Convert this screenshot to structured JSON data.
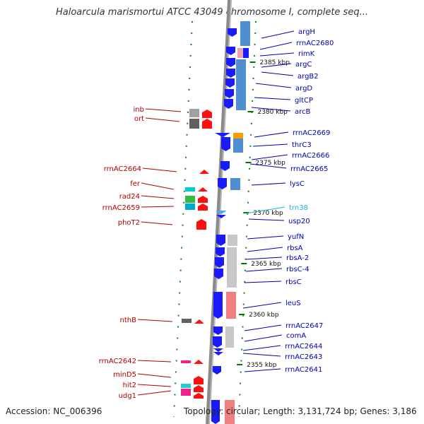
{
  "title": "Haloarcula marismortui ATCC 43049 chromosome I, complete seq...",
  "footer": {
    "accession": "Accession: NC_006396",
    "topology": "Topology: circular; Length: 3,131,724 bp; Genes: 3,186"
  },
  "colors": {
    "forward_gene": "#1a1aff",
    "cds_block": "#4f8fcf",
    "rrna_block": "#c8c8c8",
    "trna_block": "#f08080",
    "reverse_gene": "#ff1010",
    "left_label": "#b00000",
    "right_label": "#0000b0",
    "trna_label": "#20b0e0",
    "tick": "#007700"
  },
  "scale": {
    "ticks": [
      {
        "kbp": 2385,
        "label": "2385 kbp"
      },
      {
        "kbp": 2380,
        "label": "2380 kbp"
      },
      {
        "kbp": 2375,
        "label": "2375 kbp"
      },
      {
        "kbp": 2370,
        "label": "2370 kbp"
      },
      {
        "kbp": 2365,
        "label": "2365 kbp"
      },
      {
        "kbp": 2360,
        "label": "2360 kbp"
      },
      {
        "kbp": 2355,
        "label": "2355 kbp"
      }
    ]
  },
  "right_labels": [
    {
      "text": "argH",
      "type": "gene"
    },
    {
      "text": "rrnAC2680",
      "type": "gene"
    },
    {
      "text": "rimK",
      "type": "gene"
    },
    {
      "text": "argC",
      "type": "gene"
    },
    {
      "text": "argB2",
      "type": "gene"
    },
    {
      "text": "argD",
      "type": "gene"
    },
    {
      "text": "gltCP",
      "type": "gene"
    },
    {
      "text": "arcB",
      "type": "gene"
    },
    {
      "text": "rrnAC2669",
      "type": "gene"
    },
    {
      "text": "thrC3",
      "type": "gene"
    },
    {
      "text": "rrnAC2666",
      "type": "gene"
    },
    {
      "text": "rrnAC2665",
      "type": "gene"
    },
    {
      "text": "lysC",
      "type": "gene"
    },
    {
      "text": "trn38",
      "type": "trna"
    },
    {
      "text": "usp20",
      "type": "gene"
    },
    {
      "text": "yufN",
      "type": "gene"
    },
    {
      "text": "rbsA",
      "type": "gene"
    },
    {
      "text": "rbsA-2",
      "type": "gene"
    },
    {
      "text": "rbsC-4",
      "type": "gene"
    },
    {
      "text": "rbsC",
      "type": "gene"
    },
    {
      "text": "leuS",
      "type": "gene"
    },
    {
      "text": "rrnAC2647",
      "type": "gene"
    },
    {
      "text": "comA",
      "type": "gene"
    },
    {
      "text": "rrnAC2644",
      "type": "gene"
    },
    {
      "text": "rrnAC2643",
      "type": "gene"
    },
    {
      "text": "rrnAC2641",
      "type": "gene"
    }
  ],
  "left_labels": [
    {
      "text": "inb"
    },
    {
      "text": "ort"
    },
    {
      "text": "rrnAC2664"
    },
    {
      "text": "fer"
    },
    {
      "text": "rad24"
    },
    {
      "text": "rrnAC2659"
    },
    {
      "text": "phoT2"
    },
    {
      "text": "nthB"
    },
    {
      "text": "rrnAC2642"
    },
    {
      "text": "minD5"
    },
    {
      "text": "hit2"
    },
    {
      "text": "udg1"
    }
  ]
}
